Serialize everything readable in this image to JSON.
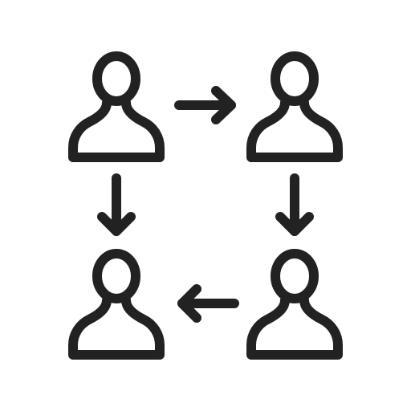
{
  "icon": {
    "name": "user-rotation-flow-icon",
    "stroke_color": "#222222",
    "background_color": "#ffffff",
    "people": [
      {
        "name": "person-icon",
        "position": "top-left"
      },
      {
        "name": "person-icon",
        "position": "top-right"
      },
      {
        "name": "person-icon",
        "position": "bottom-right"
      },
      {
        "name": "person-icon",
        "position": "bottom-left"
      }
    ],
    "arrows": [
      {
        "name": "arrow-right-icon",
        "from": "top-left",
        "to": "top-right"
      },
      {
        "name": "arrow-down-icon",
        "from": "top-right",
        "to": "bottom-right"
      },
      {
        "name": "arrow-left-icon",
        "from": "bottom-right",
        "to": "bottom-left"
      },
      {
        "name": "arrow-down-icon",
        "from": "top-left",
        "to": "bottom-left"
      }
    ]
  }
}
